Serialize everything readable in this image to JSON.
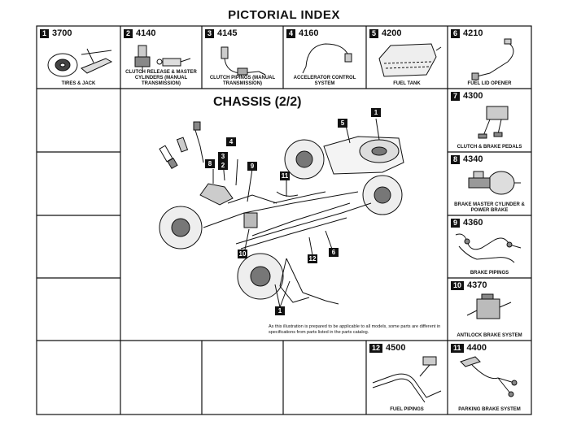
{
  "page_title": "PICTORIAL INDEX",
  "chassis_title": "CHASSIS (2/2)",
  "note": "As this illustration is prepared to be applicable to all models, some parts are different in specifications from parts listed in the parts catalog.",
  "sections": [
    {
      "num": "1",
      "code": "3700",
      "caption": "TIRES & JACK"
    },
    {
      "num": "2",
      "code": "4140",
      "caption": "CLUTCH RELEASE & MASTER CYLINDERS (MANUAL TRANSMISSION)"
    },
    {
      "num": "3",
      "code": "4145",
      "caption": "CLUTCH PIPINGS (MANUAL TRANSMISSION)"
    },
    {
      "num": "4",
      "code": "4160",
      "caption": "ACCELERATOR CONTROL SYSTEM"
    },
    {
      "num": "5",
      "code": "4200",
      "caption": "FUEL TANK"
    },
    {
      "num": "6",
      "code": "4210",
      "caption": "FUEL LID OPENER"
    },
    {
      "num": "7",
      "code": "4300",
      "caption": "CLUTCH & BRAKE PEDALS"
    },
    {
      "num": "8",
      "code": "4340",
      "caption": "BRAKE MASTER CYLINDER & POWER BRAKE"
    },
    {
      "num": "9",
      "code": "4360",
      "caption": "BRAKE PIPINGS"
    },
    {
      "num": "10",
      "code": "4370",
      "caption": "ANTILOCK BRAKE SYSTEM"
    },
    {
      "num": "12",
      "code": "4500",
      "caption": "FUEL PIPINGS"
    },
    {
      "num": "11",
      "code": "4400",
      "caption": "PARKING BRAKE SYSTEM"
    }
  ],
  "callouts": [
    "1",
    "2",
    "3",
    "4",
    "5",
    "6",
    "8",
    "9",
    "10",
    "11",
    "12",
    "1"
  ]
}
